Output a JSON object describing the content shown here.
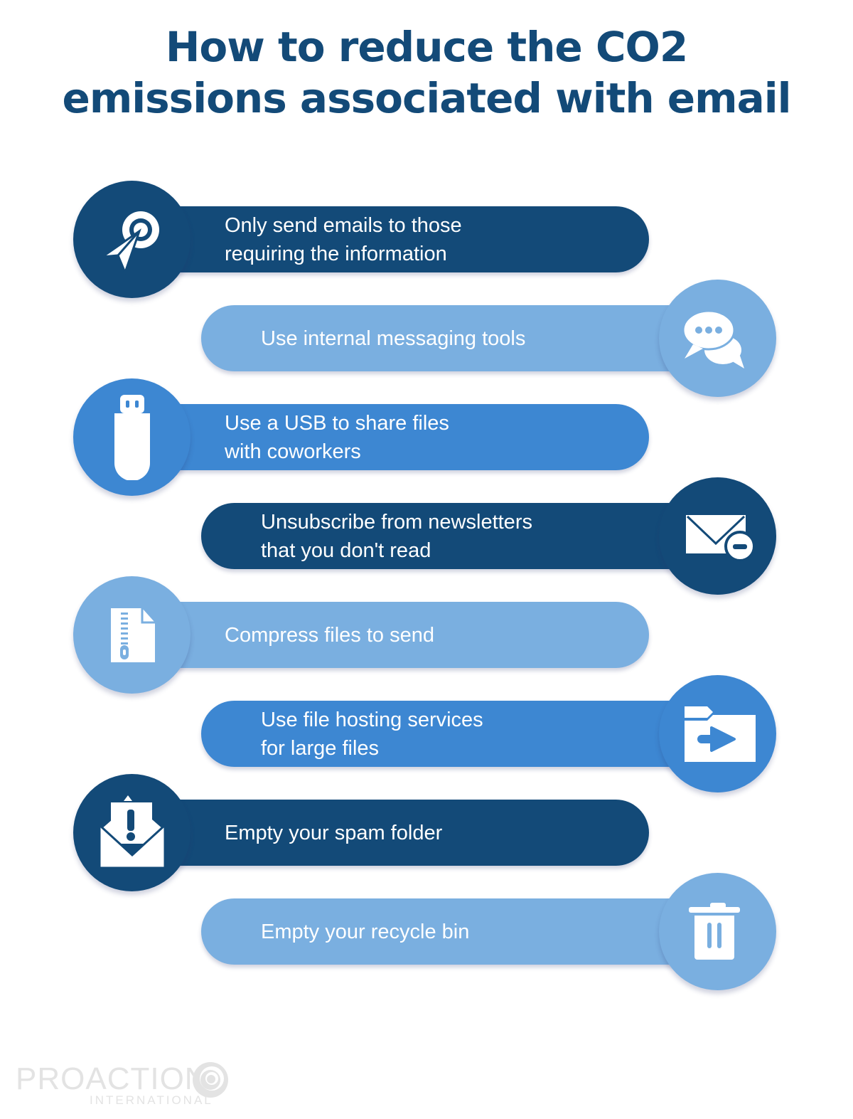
{
  "title": {
    "line1": "How to reduce the CO2",
    "line2": "emissions associated with email"
  },
  "colors": {
    "dark_blue": "#134a78",
    "medium_blue": "#3d87d2",
    "light_blue": "#7aafe0",
    "logo_gray": "#e3e3e3"
  },
  "tips": [
    {
      "line1": "Only send emails to those",
      "line2": "requiring the information",
      "icon": "target-send-icon"
    },
    {
      "line1": "Use internal messaging tools",
      "line2": "",
      "icon": "chat-bubbles-icon"
    },
    {
      "line1": "Use a USB to share files",
      "line2": "with coworkers",
      "icon": "usb-drive-icon"
    },
    {
      "line1": "Unsubscribe from newsletters",
      "line2": "that you don't read",
      "icon": "mail-minus-icon"
    },
    {
      "line1": "Compress files to send",
      "line2": "",
      "icon": "zip-file-icon"
    },
    {
      "line1": "Use file hosting services",
      "line2": "for large files",
      "icon": "folder-share-icon"
    },
    {
      "line1": "Empty your spam folder",
      "line2": "",
      "icon": "spam-mail-icon"
    },
    {
      "line1": "Empty your recycle bin",
      "line2": "",
      "icon": "trash-icon"
    }
  ],
  "logo": {
    "name": "PROACTION",
    "subtitle": "INTERNATIONAL"
  }
}
